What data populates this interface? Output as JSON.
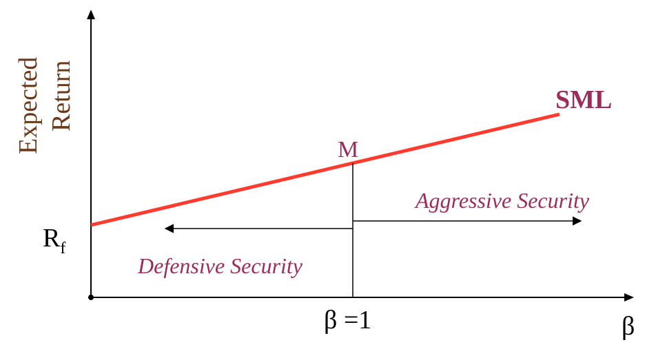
{
  "colors": {
    "axis": "#000000",
    "sml_line": "#ff3b30",
    "accent": "#9b2d5c",
    "y_title": "#6b3a1a"
  },
  "y_axis": {
    "line1": "Expected",
    "line2": "Return"
  },
  "x_axis": {
    "label": "β"
  },
  "rf_label": {
    "main": "R",
    "sub": "f"
  },
  "sml_label": "SML",
  "market_label": "M",
  "beta_one_label": "β =1",
  "aggressive_label": "Aggressive Security",
  "defensive_label": "Defensive Security"
}
